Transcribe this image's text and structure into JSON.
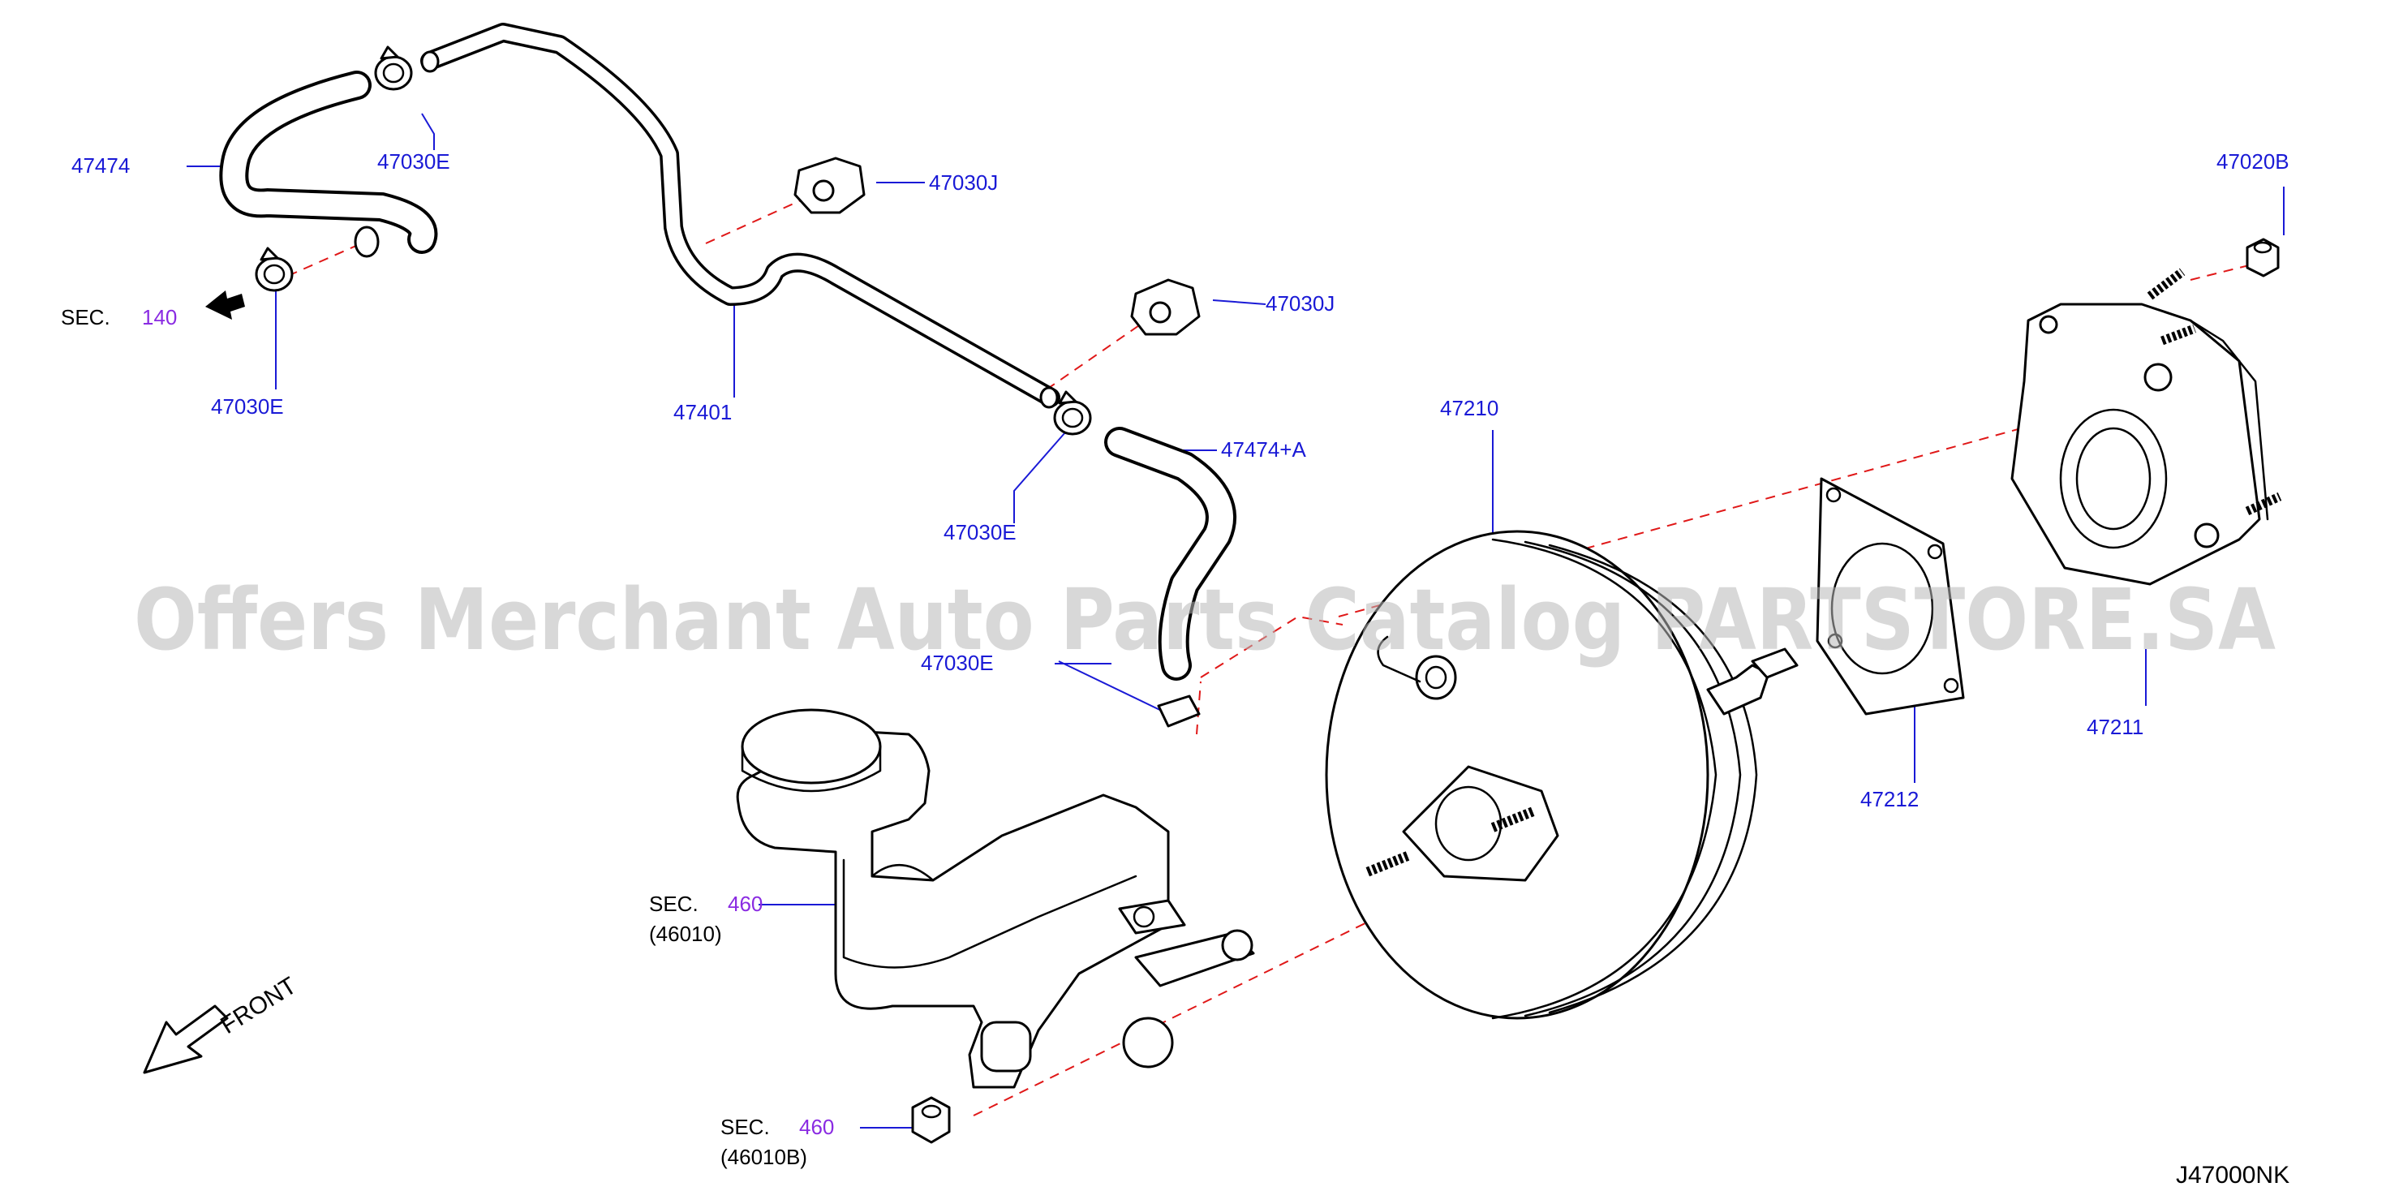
{
  "labels": {
    "p47474": "47474",
    "p47030E_top": "47030E",
    "p47030J_1": "47030J",
    "p47030J_2": "47030J",
    "p47401": "47401",
    "p47030E_left": "47030E",
    "p47030E_mid": "47030E",
    "p47030E_low": "47030E",
    "p47474A": "47474+A",
    "p47210": "47210",
    "p47020B": "47020B",
    "p47211": "47211",
    "p47212": "47212"
  },
  "sections": {
    "sec140": {
      "prefix": "SEC.",
      "num": "140"
    },
    "sec460a": {
      "prefix": "SEC.",
      "num": "460",
      "sub": "(46010)"
    },
    "sec460b": {
      "prefix": "SEC.",
      "num": "460",
      "sub": "(46010B)"
    }
  },
  "front_label": "FRONT",
  "diagram_code": "J47000NK",
  "watermark": "Offers Merchant Auto Parts Catalog PARTSTORE.SA",
  "colors": {
    "part_label": "#1a1ad6",
    "section_number": "#8a2be2",
    "leader_dash": "#e01818"
  }
}
